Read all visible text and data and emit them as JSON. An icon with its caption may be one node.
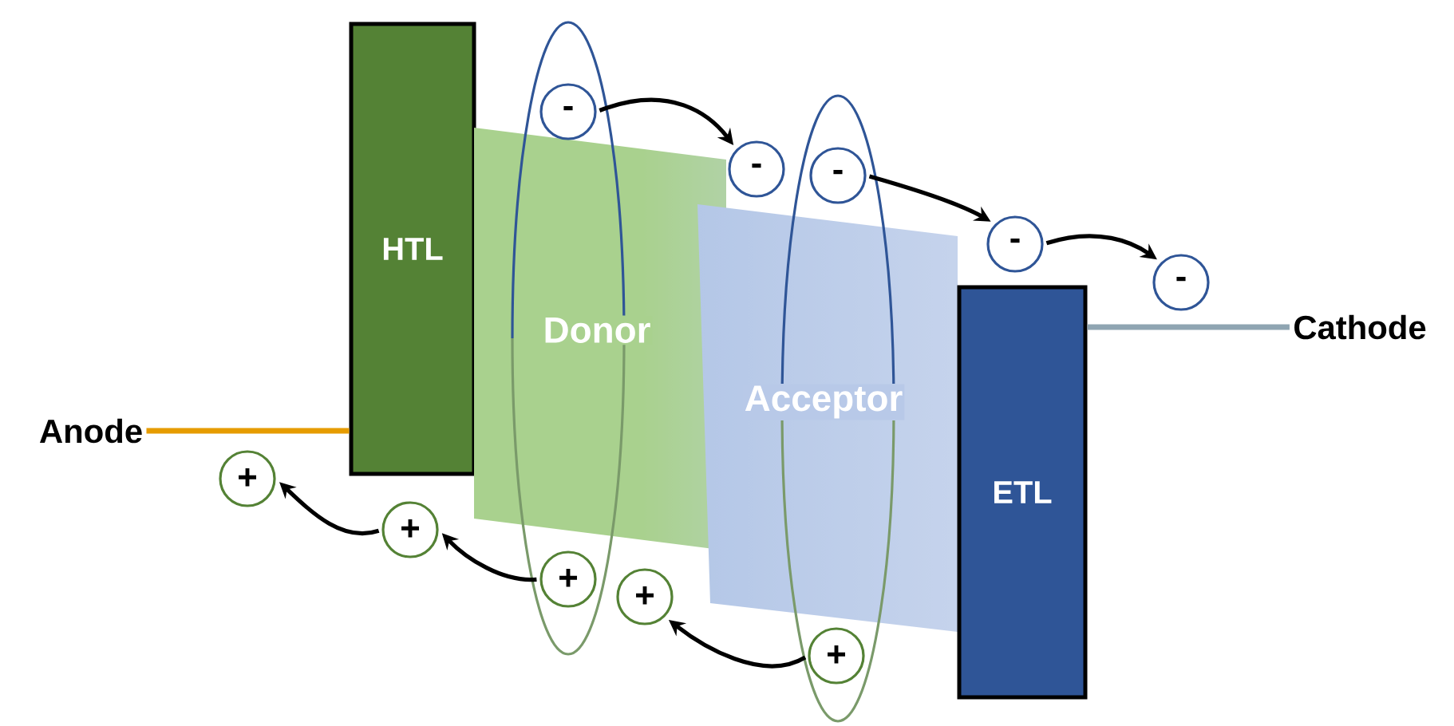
{
  "diagram": {
    "nodes": [
      {
        "text": [
          "HTL"
        ]
      },
      {
        "text": [
          "Donor"
        ]
      },
      {
        "text": [
          "Acceptor"
        ]
      },
      {
        "text": [
          "ETL"
        ]
      },
      {
        "text": [
          "Anode"
        ]
      },
      {
        "text": [
          "Cathode"
        ]
      },
      {
        "text": [
          "-"
        ]
      },
      {
        "text": [
          "-"
        ]
      },
      {
        "text": [
          "-"
        ]
      },
      {
        "text": [
          "-"
        ]
      },
      {
        "text": [
          "-"
        ]
      },
      {
        "text": [
          "+"
        ]
      },
      {
        "text": [
          "+"
        ]
      },
      {
        "text": [
          "+"
        ]
      },
      {
        "text": [
          "+"
        ]
      },
      {
        "text": [
          "+"
        ]
      }
    ],
    "edges": [
      {
        "from": 4,
        "to": 0,
        "arrow": "none",
        "color": "#e69c00"
      },
      {
        "from": 5,
        "to": 3,
        "arrow": "none",
        "color": "#8fa5b2"
      },
      {
        "from": 6,
        "to": 7,
        "arrow": "to"
      },
      {
        "from": 8,
        "to": 9,
        "arrow": "to"
      },
      {
        "from": 9,
        "to": 10,
        "arrow": "to"
      },
      {
        "from": 15,
        "to": 14,
        "arrow": "to"
      },
      {
        "from": 13,
        "to": 12,
        "arrow": "to"
      },
      {
        "from": 12,
        "to": 11,
        "arrow": "to"
      }
    ]
  }
}
